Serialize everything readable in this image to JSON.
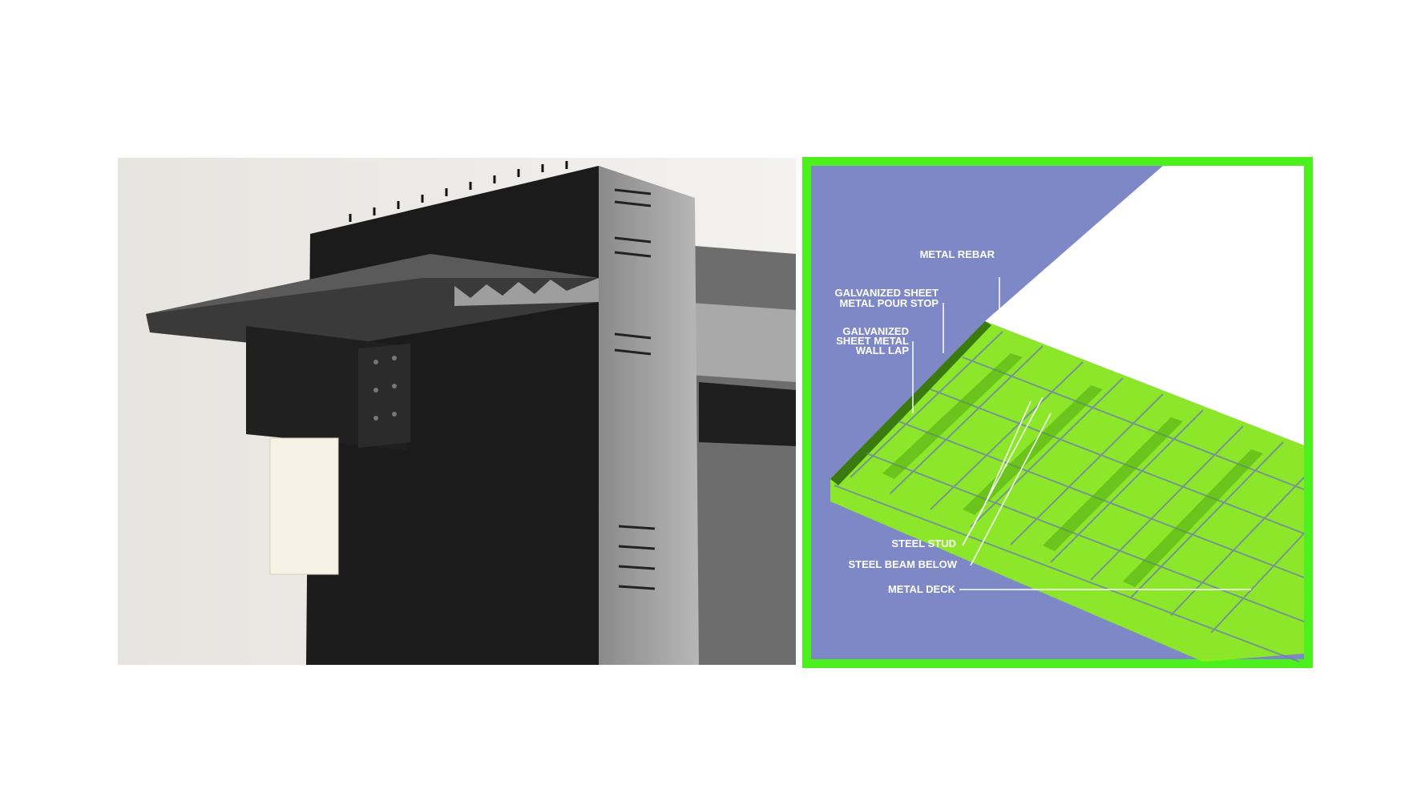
{
  "photo": {
    "description_icon": "model-photo-icon"
  },
  "diagram": {
    "frame_color": "#4cf01c",
    "background_color": "#7f88c6",
    "deck_color": "#8ef21a",
    "labels": {
      "metal_rebar": "METAL REBAR",
      "pour_stop_1": "GALVANIZED SHEET",
      "pour_stop_2": "METAL POUR STOP",
      "wall_lap_1": "GALVANIZED",
      "wall_lap_2": "SHEET METAL",
      "wall_lap_3": "WALL LAP",
      "steel_stud": "STEEL STUD",
      "steel_beam_below": "STEEL BEAM BELOW",
      "metal_deck": "METAL DECK"
    }
  }
}
